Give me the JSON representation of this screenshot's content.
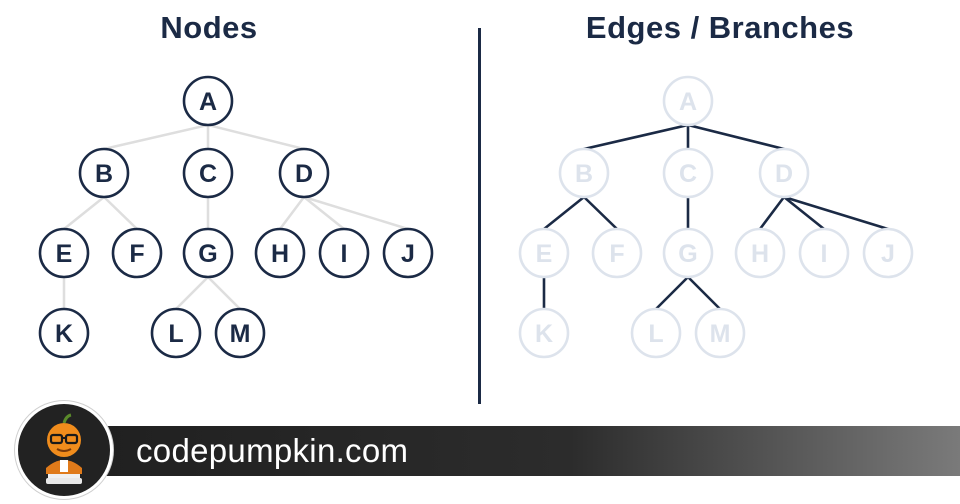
{
  "titles": {
    "left": "Nodes",
    "right": "Edges / Branches"
  },
  "footer": {
    "site": "codepumpkin.com"
  },
  "colors": {
    "dark": "#1b2a45",
    "faded": "#dde3ec",
    "faded_edge": "#dedede"
  },
  "tree": {
    "nodes": [
      "A",
      "B",
      "C",
      "D",
      "E",
      "F",
      "G",
      "H",
      "I",
      "J",
      "K",
      "L",
      "M"
    ],
    "edges": [
      [
        "A",
        "B"
      ],
      [
        "A",
        "C"
      ],
      [
        "A",
        "D"
      ],
      [
        "B",
        "E"
      ],
      [
        "B",
        "F"
      ],
      [
        "C",
        "G"
      ],
      [
        "D",
        "H"
      ],
      [
        "D",
        "I"
      ],
      [
        "D",
        "J"
      ],
      [
        "E",
        "K"
      ],
      [
        "G",
        "L"
      ],
      [
        "G",
        "M"
      ]
    ]
  },
  "logo": {
    "icon": "pumpkin-mascot-icon"
  }
}
